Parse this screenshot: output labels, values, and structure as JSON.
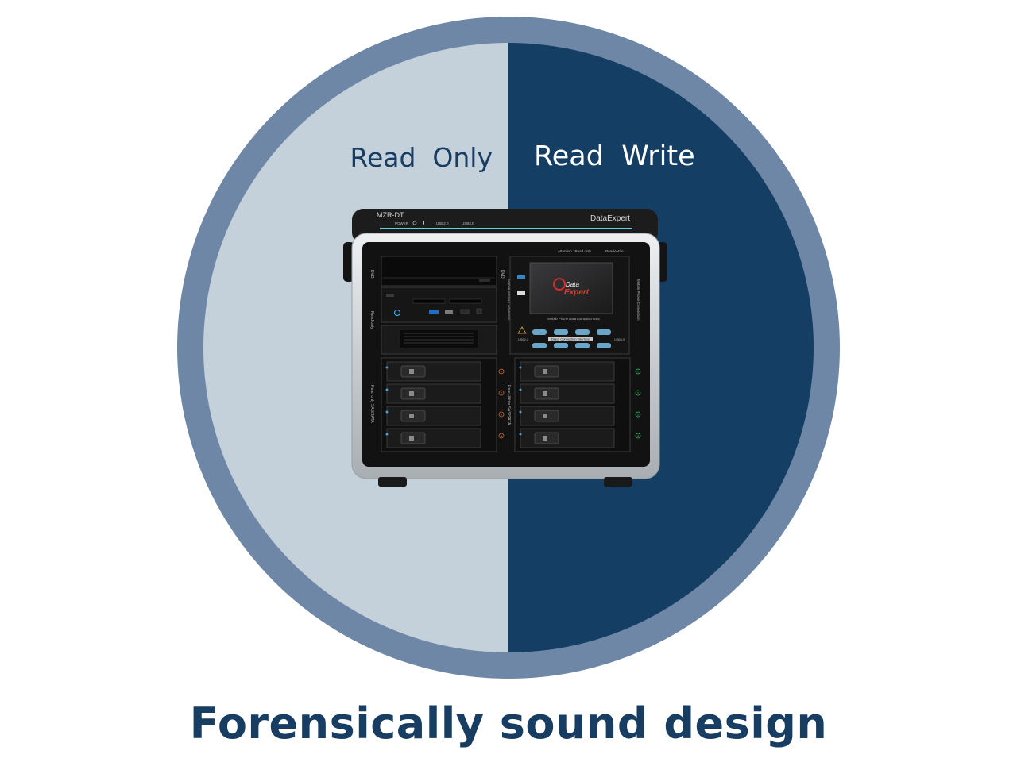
{
  "labels": {
    "read_only": "Read  Only",
    "read_write": "Read  Write"
  },
  "device": {
    "model": "MZR-DT",
    "brand": "DataExpert",
    "power_label": "POWER",
    "usb20_label": "USB2.0",
    "usb30_label": "USB3.0",
    "attention_label": "Attention : Read only",
    "read_write_label": "Read-Write",
    "dvd_left": "DVD",
    "dvd_right": "DVD",
    "read_only_side_label": "Read only",
    "read_only_sas_label": "Read only SAS/SATA",
    "mobile_phone_label": "Mobile Phone Connection",
    "read_write_sas_label": "Read-Write SAS/SATA",
    "screen_logo_top": "Data",
    "screen_logo_bottom": "Expert",
    "screen_caption": "Mobile Phone Data Extraction Area",
    "bay_numbers": [
      "1",
      "2",
      "3",
      "4"
    ],
    "usb_left": "USB2.0",
    "usb_right": "USB3.0",
    "interface_label": "Direct Connection Interface"
  },
  "caption": "Forensically sound design",
  "colors": {
    "ring": "#6e87a6",
    "left_half": "#c4d0da",
    "right_half": "#143e63",
    "text_dark": "#173d63",
    "text_light": "#ffffff"
  }
}
